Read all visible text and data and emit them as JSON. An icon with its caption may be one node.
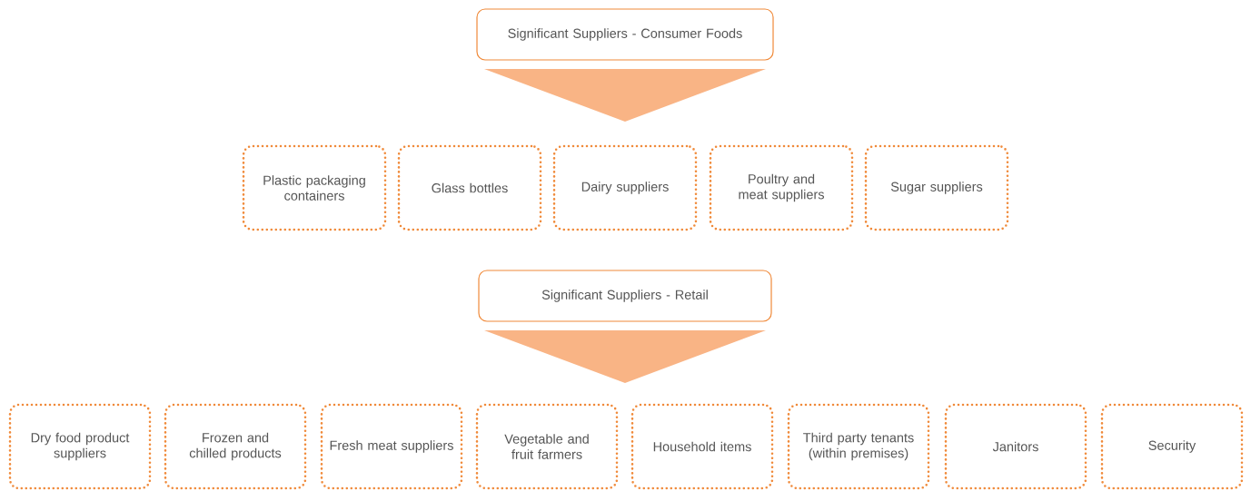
{
  "diagram": {
    "nodes": [
      {
        "text": [
          "Significant Suppliers - Consumer Foods"
        ]
      },
      {
        "text": [],
        "shape": "triangle"
      },
      {
        "text": [
          "Plastic packaging containers"
        ]
      },
      {
        "text": [
          "Glass bottles"
        ]
      },
      {
        "text": [
          "Dairy suppliers"
        ]
      },
      {
        "text": [
          "Poultry and meat suppliers"
        ]
      },
      {
        "text": [
          "Sugar suppliers"
        ]
      },
      {
        "text": [
          "Significant Suppliers - Retail"
        ]
      },
      {
        "text": [],
        "shape": "triangle"
      },
      {
        "text": [
          "Dry food product suppliers"
        ]
      },
      {
        "text": [
          "Frozen and chilled products"
        ]
      },
      {
        "text": [
          "Fresh meat suppliers"
        ]
      },
      {
        "text": [
          "Vegetable and fruit farmers"
        ]
      },
      {
        "text": [
          "Household items"
        ]
      },
      {
        "text": [
          "Third party tenants (within premises)"
        ]
      },
      {
        "text": [
          "Janitors"
        ]
      },
      {
        "text": [
          "Security"
        ]
      }
    ]
  }
}
